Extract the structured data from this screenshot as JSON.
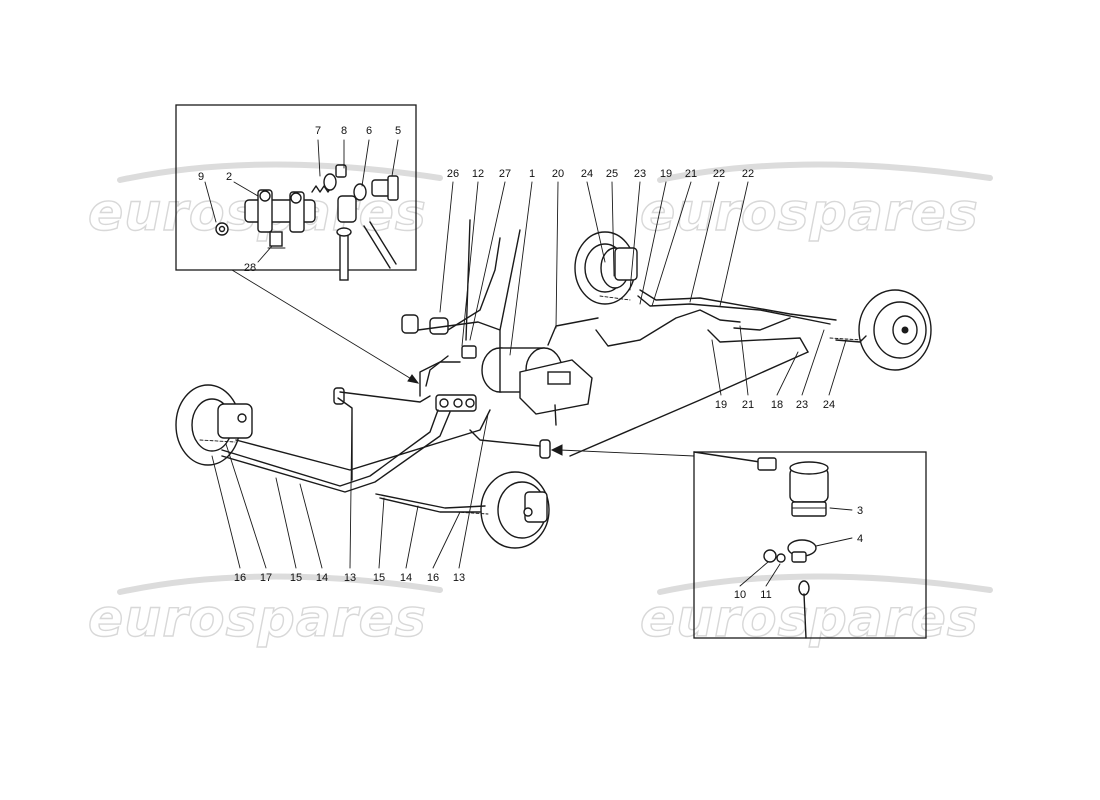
{
  "watermark": {
    "text": "eurospares"
  },
  "callouts": [
    {
      "id": "c-7",
      "text": "7"
    },
    {
      "id": "c-8",
      "text": "8"
    },
    {
      "id": "c-6",
      "text": "6"
    },
    {
      "id": "c-5",
      "text": "5"
    },
    {
      "id": "c-9",
      "text": "9"
    },
    {
      "id": "c-2",
      "text": "2"
    },
    {
      "id": "c-28",
      "text": "28"
    },
    {
      "id": "c-26",
      "text": "26"
    },
    {
      "id": "c-12",
      "text": "12"
    },
    {
      "id": "c-27",
      "text": "27"
    },
    {
      "id": "c-1",
      "text": "1"
    },
    {
      "id": "c-20",
      "text": "20"
    },
    {
      "id": "c-24a",
      "text": "24"
    },
    {
      "id": "c-25",
      "text": "25"
    },
    {
      "id": "c-23a",
      "text": "23"
    },
    {
      "id": "c-19a",
      "text": "19"
    },
    {
      "id": "c-21a",
      "text": "21"
    },
    {
      "id": "c-22a",
      "text": "22"
    },
    {
      "id": "c-22b",
      "text": "22"
    },
    {
      "id": "c-19b",
      "text": "19"
    },
    {
      "id": "c-21b",
      "text": "21"
    },
    {
      "id": "c-18",
      "text": "18"
    },
    {
      "id": "c-23b",
      "text": "23"
    },
    {
      "id": "c-24b",
      "text": "24"
    },
    {
      "id": "c-16a",
      "text": "16"
    },
    {
      "id": "c-17",
      "text": "17"
    },
    {
      "id": "c-15a",
      "text": "15"
    },
    {
      "id": "c-14a",
      "text": "14"
    },
    {
      "id": "c-13a",
      "text": "13"
    },
    {
      "id": "c-15b",
      "text": "15"
    },
    {
      "id": "c-14b",
      "text": "14"
    },
    {
      "id": "c-16b",
      "text": "16"
    },
    {
      "id": "c-13b",
      "text": "13"
    },
    {
      "id": "c-3",
      "text": "3"
    },
    {
      "id": "c-4",
      "text": "4"
    },
    {
      "id": "c-10",
      "text": "10"
    },
    {
      "id": "c-11",
      "text": "11"
    }
  ]
}
